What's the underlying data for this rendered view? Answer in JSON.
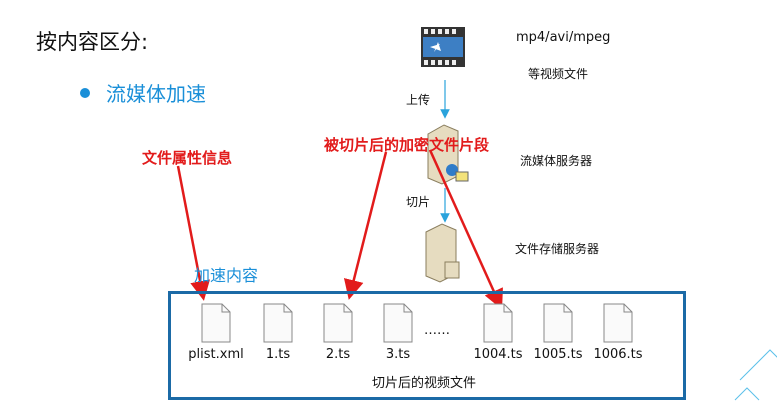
{
  "title": "按内容区分:",
  "bullet": "流媒体加速",
  "source": {
    "format": "mp4/avi/mpeg",
    "desc": "等视频文件"
  },
  "upload_label": "上传",
  "streaming_server": "流媒体服务器",
  "slice_label": "切片",
  "storage_server": "文件存储服务器",
  "annotations": {
    "file_attr": "文件属性信息",
    "encrypted": "被切片后的加密文件片段"
  },
  "accel_content": "加速内容",
  "files": [
    "plist.xml",
    "1.ts",
    "2.ts",
    "3.ts",
    "1004.ts",
    "1005.ts",
    "1006.ts"
  ],
  "ellipsis": "……",
  "box_caption": "切片后的视频文件"
}
